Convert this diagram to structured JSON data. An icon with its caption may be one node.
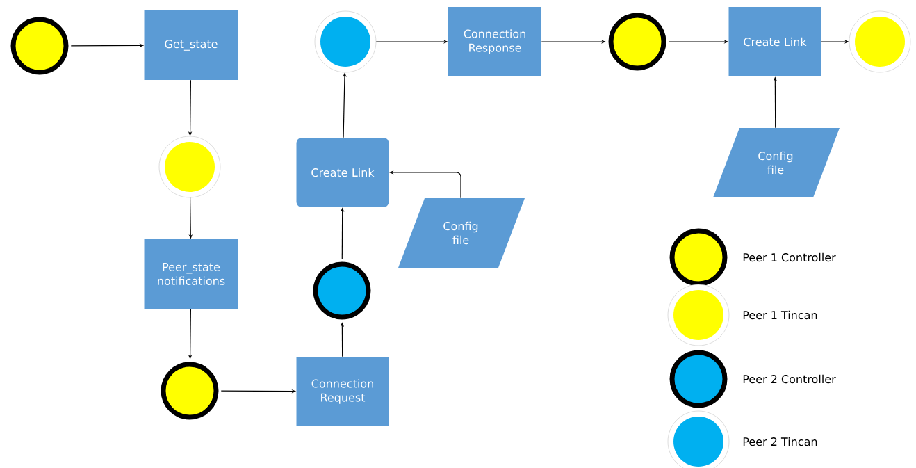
{
  "diagram": {
    "nodes": [
      {
        "text": [],
        "shape": "circle"
      },
      {
        "text": [
          "Get_state"
        ]
      },
      {
        "text": [],
        "shape": "circle"
      },
      {
        "text": [
          "Peer_state notifications"
        ]
      },
      {
        "text": [],
        "shape": "circle"
      },
      {
        "text": [
          "Connection Request"
        ]
      },
      {
        "text": [],
        "shape": "circle"
      },
      {
        "text": [
          "Create Link"
        ]
      },
      {
        "text": [
          "Config file"
        ]
      },
      {
        "text": [],
        "shape": "circle"
      },
      {
        "text": [
          "Connection Response"
        ]
      },
      {
        "text": [],
        "shape": "circle"
      },
      {
        "text": [
          "Create Link"
        ]
      },
      {
        "text": [
          "Config file"
        ]
      },
      {
        "text": [],
        "shape": "circle"
      }
    ],
    "edges": [
      {
        "from": 0,
        "to": 1,
        "arrow": "to"
      },
      {
        "from": 1,
        "to": 2,
        "arrow": "to"
      },
      {
        "from": 2,
        "to": 3,
        "arrow": "to"
      },
      {
        "from": 3,
        "to": 4,
        "arrow": "to"
      },
      {
        "from": 4,
        "to": 5,
        "arrow": "to"
      },
      {
        "from": 5,
        "to": 6,
        "arrow": "to"
      },
      {
        "from": 6,
        "to": 7,
        "arrow": "to"
      },
      {
        "from": 8,
        "to": 7,
        "arrow": "to"
      },
      {
        "from": 7,
        "to": 9,
        "arrow": "to"
      },
      {
        "from": 9,
        "to": 10,
        "arrow": "to"
      },
      {
        "from": 10,
        "to": 11,
        "arrow": "to"
      },
      {
        "from": 11,
        "to": 12,
        "arrow": "to"
      },
      {
        "from": 13,
        "to": 12,
        "arrow": "to"
      },
      {
        "from": 12,
        "to": 14,
        "arrow": "to"
      }
    ],
    "legend": [
      {
        "text": "Peer 1 Controller",
        "color": "#ffff00"
      },
      {
        "text": "Peer 1 Tincan",
        "color": "#ffff00"
      },
      {
        "text": "Peer 2 Controller",
        "color": "#00b0f0"
      },
      {
        "text": "Peer 2 Tincan",
        "color": "#00b0f0"
      }
    ]
  }
}
